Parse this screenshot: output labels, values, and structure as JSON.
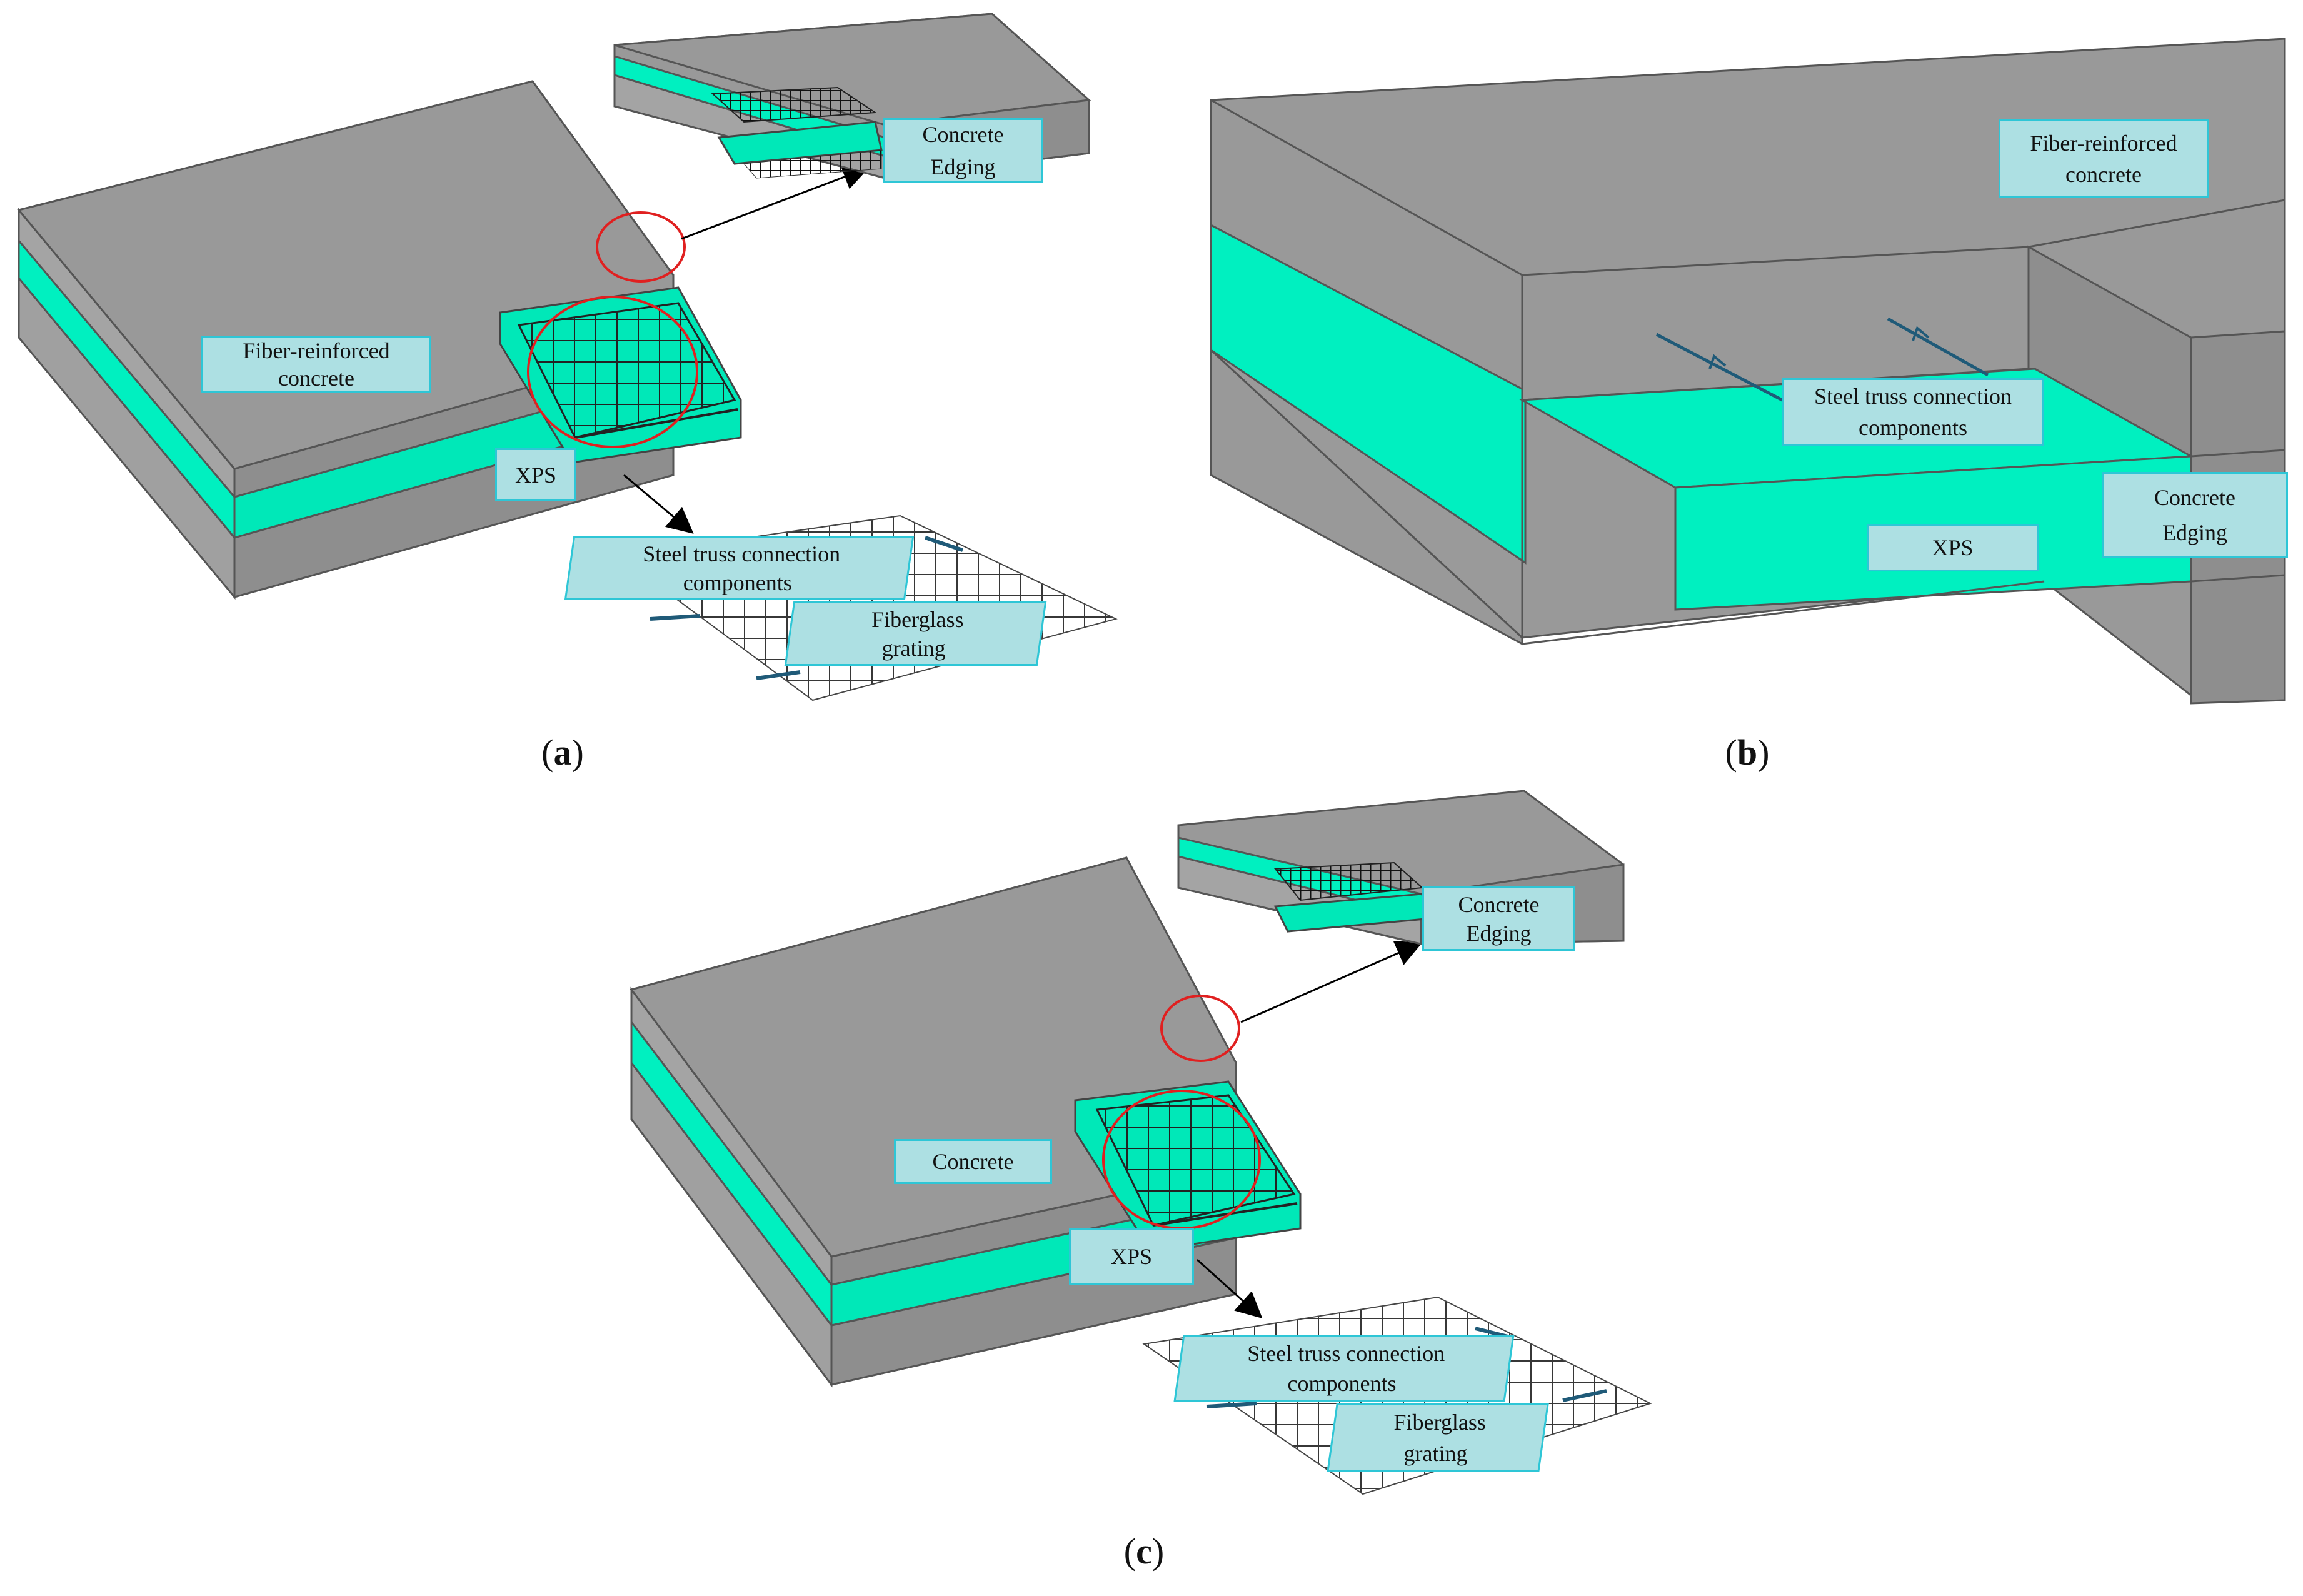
{
  "colors": {
    "concrete": "#999999",
    "concrete_edge": "#555555",
    "xps": "#00f0c0",
    "label_fill": "#ade0e3",
    "label_border": "#2ec6d6",
    "highlight_circle": "#e02020",
    "truss": "#1f5a78"
  },
  "panels": [
    {
      "caption_letter": "a",
      "labels": {
        "concrete_edging": [
          "Concrete",
          "Edging"
        ],
        "fiber_concrete": [
          "Fiber-reinforced",
          "concrete"
        ],
        "xps": "XPS",
        "steel_truss": [
          "Steel truss connection",
          "components"
        ],
        "fiberglass": [
          "Fiberglass",
          "grating"
        ]
      }
    },
    {
      "caption_letter": "b",
      "labels": {
        "fiber_concrete": [
          "Fiber-reinforced",
          "concrete"
        ],
        "steel_truss": [
          "Steel truss connection",
          "components"
        ],
        "concrete_edging": [
          "Concrete",
          "Edging"
        ],
        "xps": "XPS"
      }
    },
    {
      "caption_letter": "c",
      "labels": {
        "concrete_edging": [
          "Concrete",
          "Edging"
        ],
        "concrete": "Concrete",
        "xps": "XPS",
        "steel_truss": [
          "Steel truss connection",
          "components"
        ],
        "fiberglass": [
          "Fiberglass",
          "grating"
        ]
      }
    }
  ]
}
